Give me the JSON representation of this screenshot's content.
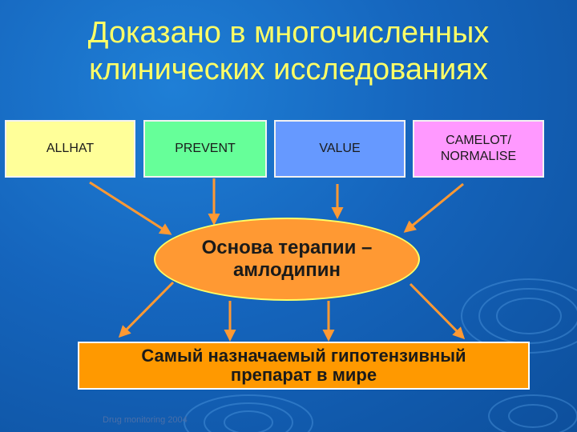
{
  "title": {
    "line1": "Доказано в многочисленных",
    "line2": "клинических исследованиях"
  },
  "studies": [
    {
      "label": "ALLHAT",
      "color": "#ffff99"
    },
    {
      "label": "PREVENT",
      "color": "#66ff99"
    },
    {
      "label": "VALUE",
      "color": "#6699ff"
    },
    {
      "label": "CAMELOT/ NORMALISE",
      "color": "#ff99ff"
    }
  ],
  "center": {
    "line1": "Основа терапии –",
    "line2": "амлодипин",
    "color": "#ff9933"
  },
  "result": {
    "line1": "Самый назначаемый гипотензивный",
    "line2": "препарат в мире",
    "color": "#ff9900"
  },
  "footer": "Drug monitoring 2004",
  "colors": {
    "background": "#1565bd",
    "title": "#ffff66",
    "arrow": "#ff9933"
  }
}
